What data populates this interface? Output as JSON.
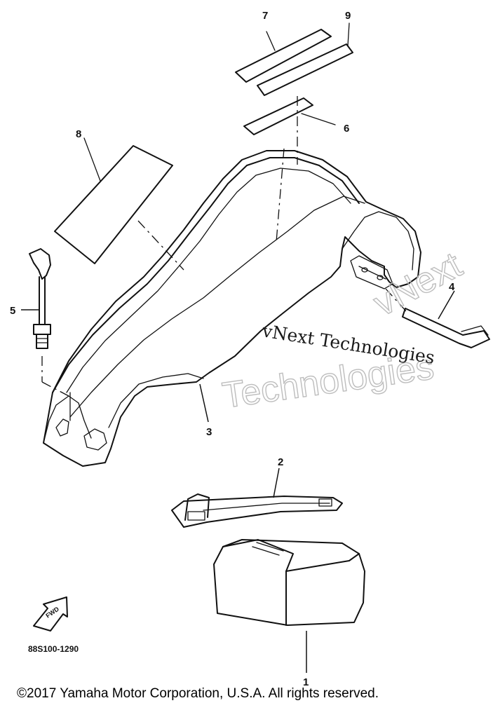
{
  "diagram": {
    "callouts": {
      "c1": "1",
      "c2": "2",
      "c3": "3",
      "c4": "4",
      "c5": "5",
      "c6": "6",
      "c7": "7",
      "c8": "8",
      "c9": "9"
    },
    "drawing_code": "88S100-1290",
    "arrow_label": "FWD"
  },
  "watermark": {
    "line1": "vNext Technologies",
    "line2": "vNext",
    "line3": "Technologies"
  },
  "footer": {
    "copyright": "©2017 Yamaha Motor Corporation, U.S.A. All rights reserved."
  }
}
